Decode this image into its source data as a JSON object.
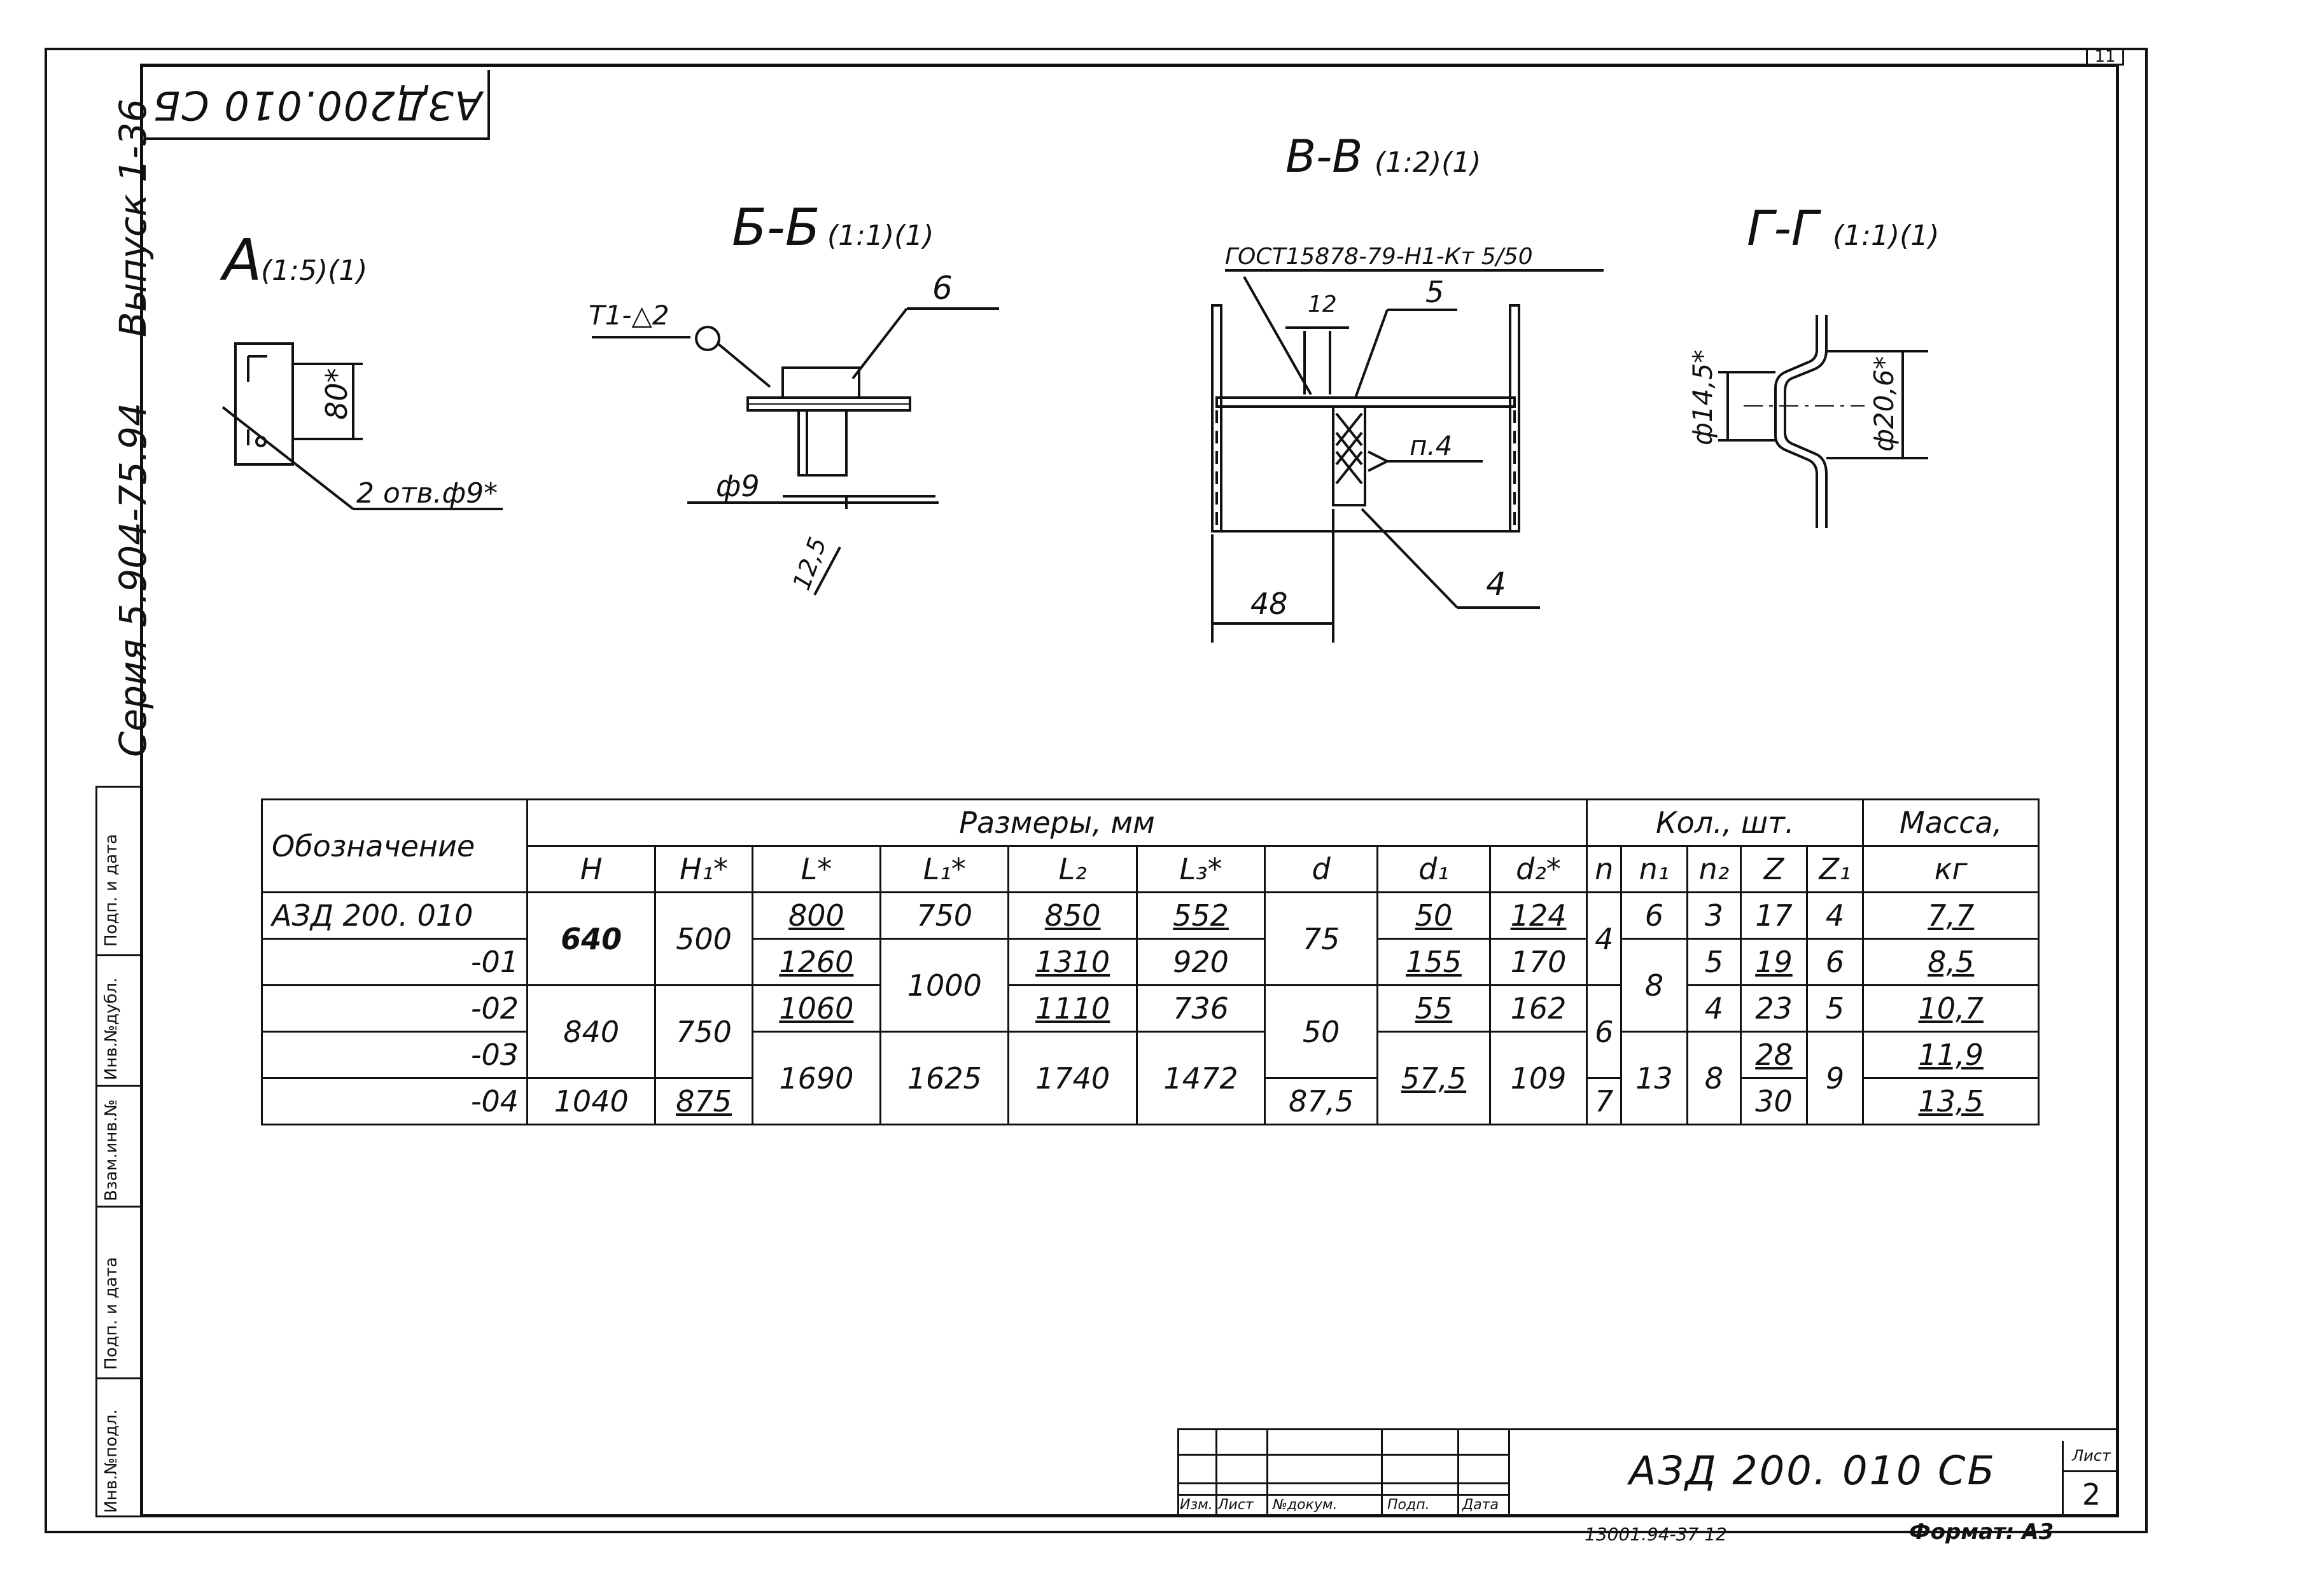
{
  "sheet_corner_number": "11",
  "stamp_code": "АЗД200.010 СБ",
  "side": {
    "series": "Серия 5.904-75.94",
    "issue": "Выпуск 1-36"
  },
  "strip_labels": [
    "Инв.№подл.",
    "Подп. и дата",
    "Взам.инв.№",
    "Инв.№дубл.",
    "Подп. и дата"
  ],
  "views": {
    "a": {
      "title": "А",
      "scale": "(1:5)(1)",
      "dim": "80*",
      "note": "2 отв.ф9*"
    },
    "b": {
      "title": "Б-Б",
      "scale": "(1:1)(1)",
      "weld": "Т1-△2",
      "pos": "6",
      "dia": "ф9",
      "dim": "12,5"
    },
    "v": {
      "title": "В-В",
      "scale": "(1:2)(1)",
      "gost": "ГОСТ15878-79-Н1-Кт 5/50",
      "dim12": "12",
      "pos5": "5",
      "p4": "п.4",
      "pos4": "4",
      "dim48": "48"
    },
    "g": {
      "title": "Г-Г",
      "scale": "(1:1)(1)",
      "d1": "ф14,5*",
      "d2": "ф20,6*"
    }
  },
  "table": {
    "group_sizes": "Размеры, мм",
    "group_qty": "Кол., шт.",
    "col_name": "Обозначение",
    "col_mass": "Масса,",
    "col_mass_unit": "кг",
    "cols": [
      "H",
      "H₁*",
      "L*",
      "L₁*",
      "L₂",
      "L₃*",
      "d",
      "d₁",
      "d₂*",
      "n",
      "n₁",
      "n₂",
      "Z",
      "Z₁"
    ],
    "names": [
      "АЗД 200. 010",
      "-01",
      "-02",
      "-03",
      "-04"
    ],
    "H": [
      "640",
      "840",
      "1040"
    ],
    "H1": [
      "500",
      "750",
      "875"
    ],
    "L": [
      "800",
      "1260",
      "1060",
      "1690"
    ],
    "L1": [
      "750",
      "1000",
      "1625"
    ],
    "L2": [
      "850",
      "1310",
      "1110",
      "1740"
    ],
    "L3": [
      "552",
      "920",
      "736",
      "1472"
    ],
    "d": [
      "75",
      "50",
      "87,5"
    ],
    "d1": [
      "50",
      "155",
      "55",
      "57,5"
    ],
    "d2": [
      "124",
      "170",
      "162",
      "109"
    ],
    "n": [
      "4",
      "6",
      "7"
    ],
    "n1": [
      "6",
      "8",
      "13"
    ],
    "n2": [
      "3",
      "5",
      "4",
      "8"
    ],
    "Z": [
      "17",
      "19",
      "23",
      "28",
      "30"
    ],
    "Z1": [
      "4",
      "6",
      "5",
      "9"
    ],
    "mass": [
      "7,7",
      "8,5",
      "10,7",
      "11,9",
      "13,5"
    ]
  },
  "title_block": {
    "labels": [
      "Изм.",
      "Лист",
      "№докум.",
      "Подп.",
      "Дата"
    ],
    "doc_code": "АЗД 200. 010 СБ",
    "sheet_label": "Лист",
    "sheet_no": "2",
    "under_note": "13001.94-37   12",
    "format": "Формат: А3"
  }
}
